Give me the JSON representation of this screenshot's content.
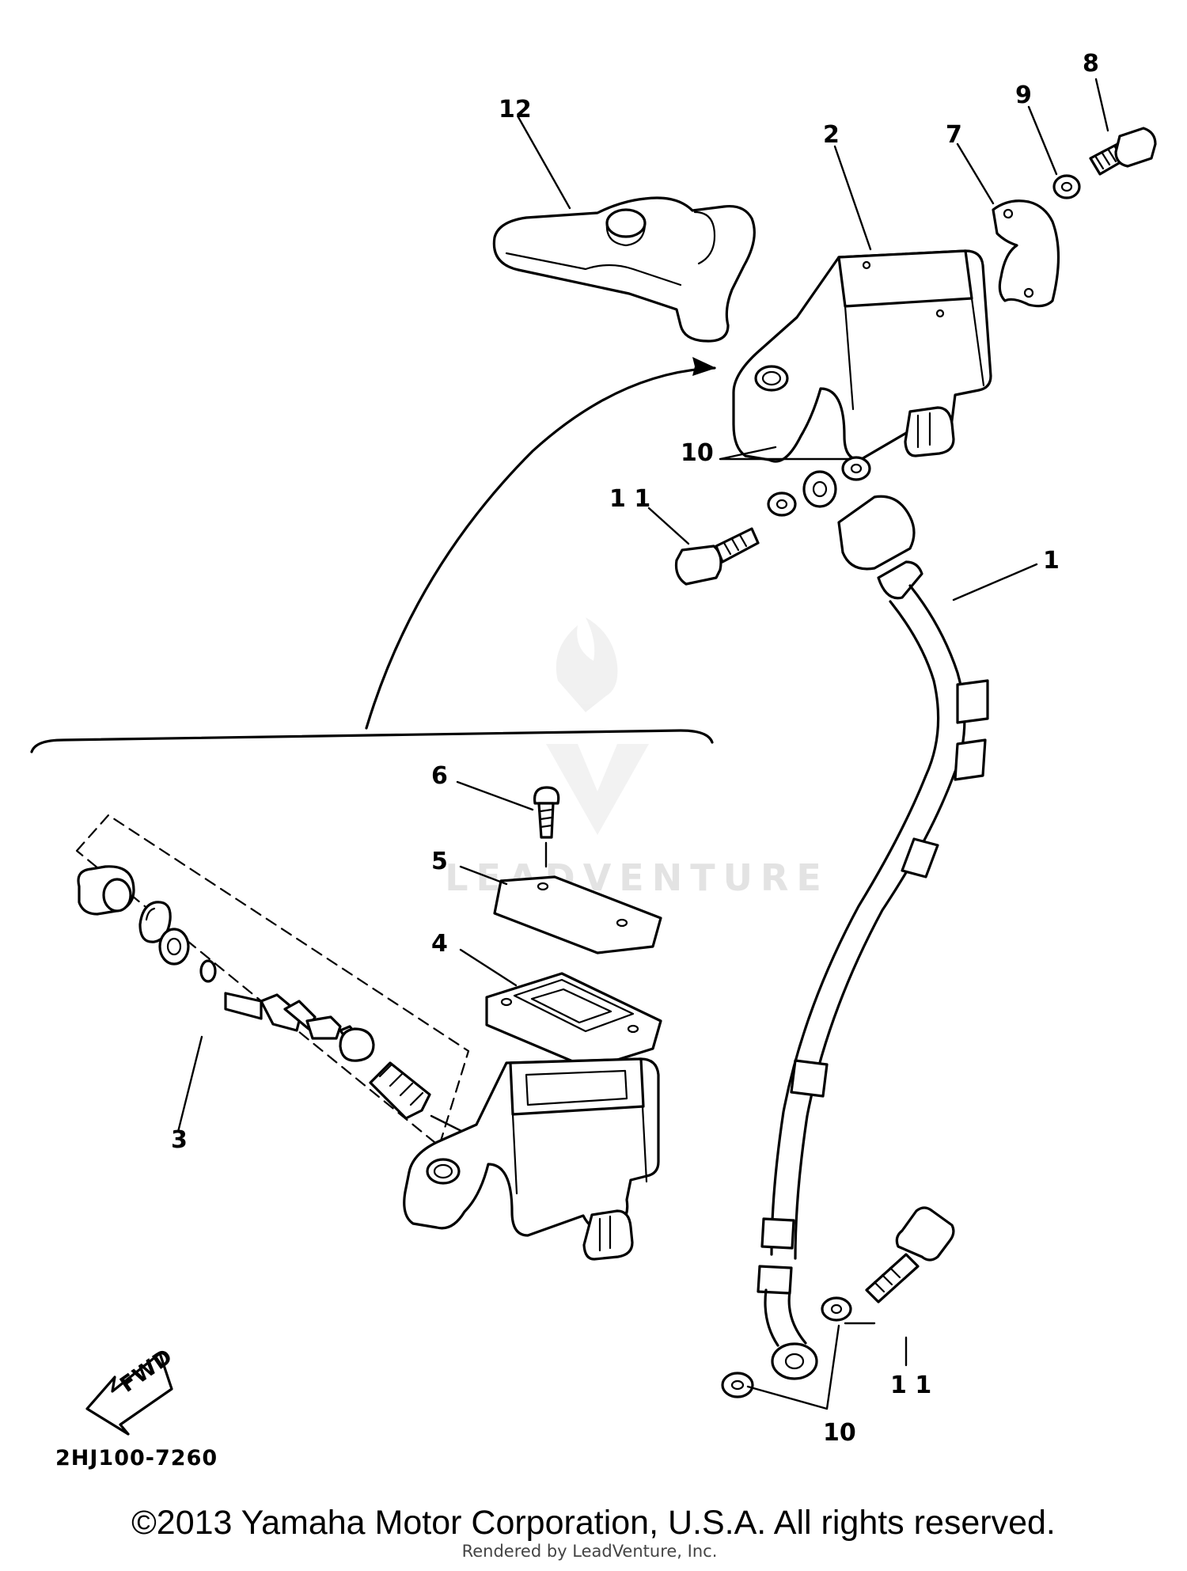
{
  "diagram": {
    "callouts": {
      "c1": "1",
      "c2": "2",
      "c3": "3",
      "c4": "4",
      "c5": "5",
      "c6": "6",
      "c7": "7",
      "c8": "8",
      "c9": "9",
      "c10a": "10",
      "c10b": "10",
      "c11a": "1 1",
      "c11b": "1 1",
      "c12": "12"
    },
    "fwd_label": "FWD",
    "drawing_code": "2HJ100-7260"
  },
  "watermark": {
    "text": "LEADVENTURE",
    "render_credit": "Rendered by LeadVenture, Inc."
  },
  "footer": {
    "copyright": "©2013 Yamaha Motor Corporation, U.S.A. All rights reserved."
  }
}
